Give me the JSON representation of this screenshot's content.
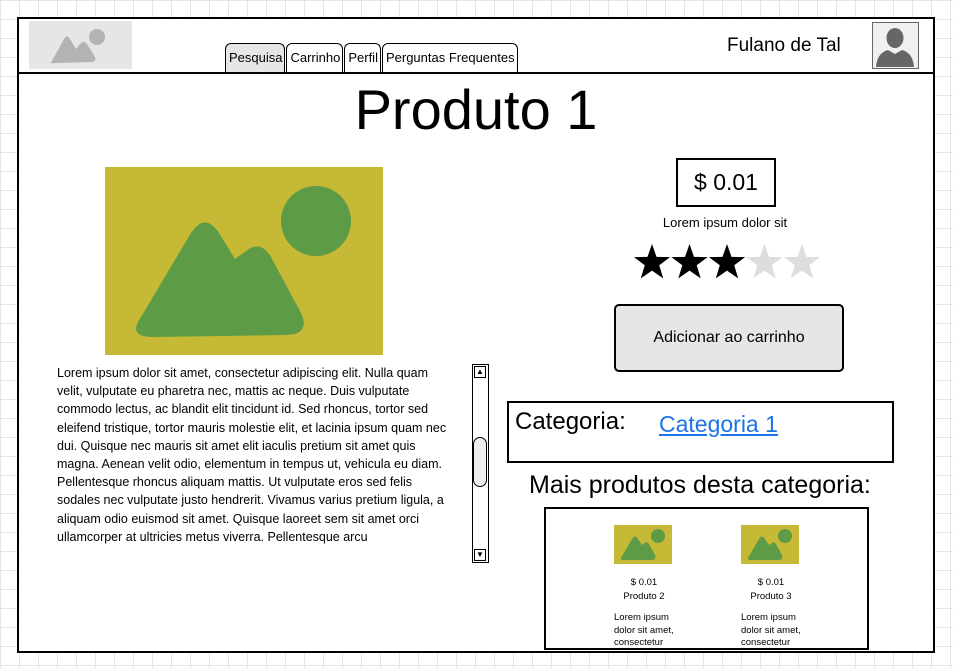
{
  "header": {
    "tabs": [
      "Pesquisa",
      "Carrinho",
      "Perfil",
      "Perguntas Frequentes"
    ],
    "active_tab": "Pesquisa",
    "username": "Fulano de Tal",
    "logo_icon": "image-placeholder-icon",
    "avatar_icon": "user-avatar-icon"
  },
  "product": {
    "title": "Produto 1",
    "price": "$ 0.01",
    "price_description": "Lorem ipsum dolor sit",
    "rating": 3,
    "rating_max": 5,
    "description": "Lorem ipsum dolor sit amet, consectetur adipiscing elit. Nulla quam velit, vulputate eu pharetra nec, mattis ac neque. Duis vulputate commodo lectus, ac blandit elit tincidunt id. Sed rhoncus, tortor sed eleifend tristique, tortor mauris molestie elit, et lacinia ipsum quam nec dui. Quisque nec mauris sit amet elit iaculis pretium sit amet quis magna. Aenean velit odio, elementum in tempus ut, vehicula eu diam. Pellentesque rhoncus aliquam mattis. Ut vulputate eros sed felis sodales nec vulputate justo hendrerit. Vivamus varius pretium ligula, a aliquam odio euismod sit amet. Quisque laoreet sem sit amet orci ullamcorper at ultricies metus viverra. Pellentesque arcu",
    "add_to_cart_label": "Adicionar ao carrinho",
    "image_icon": "image-placeholder-icon"
  },
  "category": {
    "label": "Categoria:",
    "value": "Categoria 1"
  },
  "related": {
    "title": "Mais produtos desta categoria:",
    "items": [
      {
        "price": "$ 0.01",
        "name": "Produto 2",
        "description": "Lorem ipsum dolor sit amet, consectetur"
      },
      {
        "price": "$ 0.01",
        "name": "Produto 3",
        "description": "Lorem ipsum dolor sit amet, consectetur"
      }
    ]
  },
  "colors": {
    "image_bg": "#c5b935",
    "image_fg": "#5e9b46",
    "link": "#1a73e8",
    "button_bg": "#e6e6e6",
    "star_filled": "#000000",
    "star_empty": "#dddddd"
  }
}
